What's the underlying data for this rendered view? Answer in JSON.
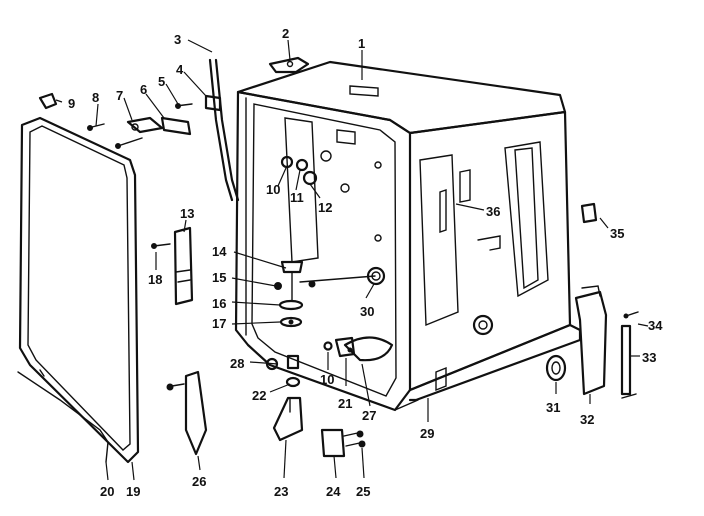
{
  "callouts": {
    "c1": "1",
    "c2": "2",
    "c3": "3",
    "c4": "4",
    "c5": "5",
    "c6": "6",
    "c7": "7",
    "c8": "8",
    "c9": "9",
    "c10a": "10",
    "c10b": "10",
    "c11": "11",
    "c12": "12",
    "c13": "13",
    "c14": "14",
    "c15": "15",
    "c16": "16",
    "c17": "17",
    "c18": "18",
    "c19": "19",
    "c20": "20",
    "c21": "21",
    "c22": "22",
    "c23": "23",
    "c24": "24",
    "c25": "25",
    "c26": "26",
    "c27": "27",
    "c28": "28",
    "c29": "29",
    "c30": "30",
    "c31": "31",
    "c32": "32",
    "c33": "33",
    "c34": "34",
    "c35": "35",
    "c36": "36"
  }
}
